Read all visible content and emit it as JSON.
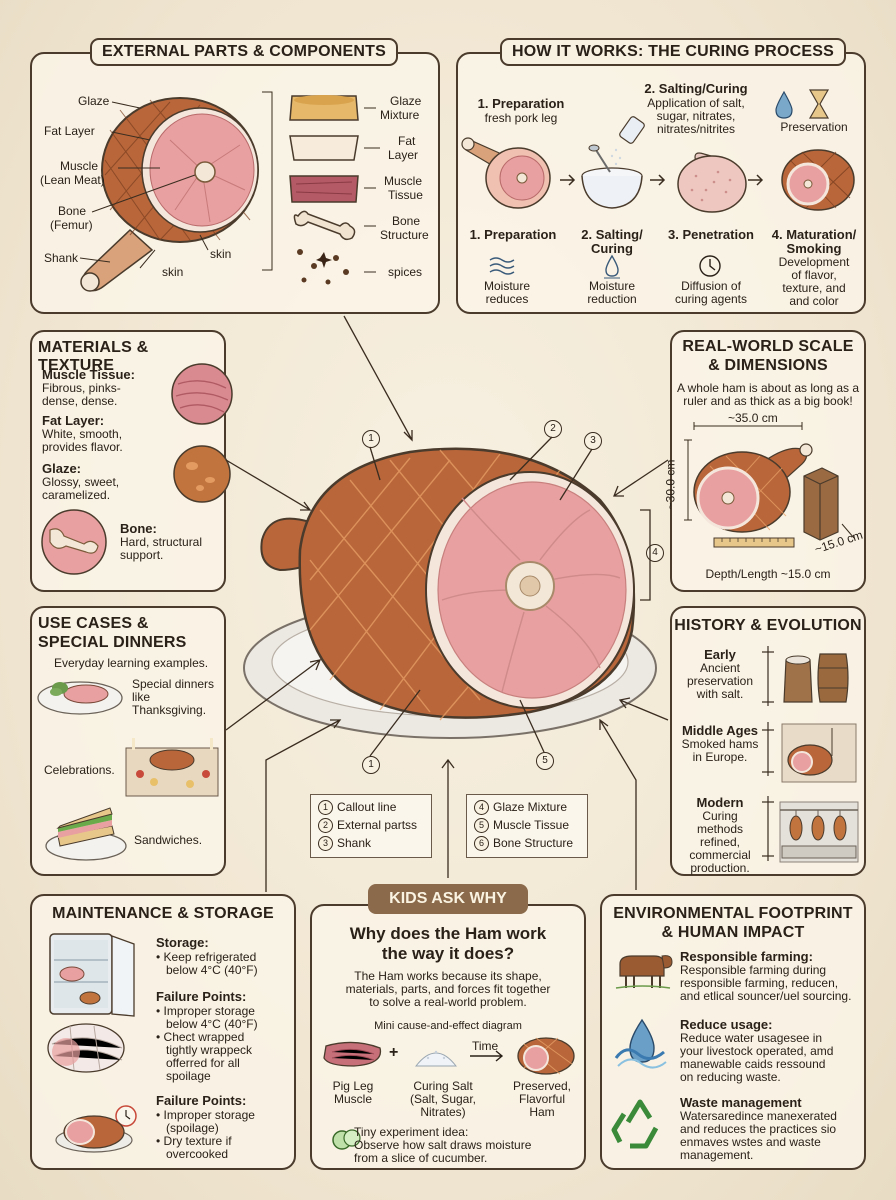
{
  "external": {
    "title": "EXTERNAL PARTS & COMPONENTS",
    "labels": [
      "Glaze",
      "Fat Layer",
      "Muscle",
      "(Lean Meat)",
      "Bone",
      "(Femur)",
      "Shank",
      "skin",
      "skin"
    ],
    "components": [
      "Glaze",
      "Mixture",
      "Fat",
      "Layer",
      "Muscle",
      "Tissue",
      "Bone",
      "Structure",
      "spices"
    ]
  },
  "curing": {
    "title": "HOW IT WORKS: THE CURING PROCESS",
    "top_prep_title": "1. Preparation",
    "top_prep_sub": "fresh pork leg",
    "top_salt_title": "2. Salting/Curing",
    "top_salt_sub": [
      "Application of salt,",
      "sugar, nitrates,",
      "nitrates/nitrites"
    ],
    "top_preservation": "Preservation",
    "steps": [
      {
        "title": [
          "1. Preparation"
        ],
        "sub": [
          "Moisture",
          "reduces"
        ]
      },
      {
        "title": [
          "2. Salting/",
          "Curing"
        ],
        "sub": [
          "Moisture",
          "reduction"
        ]
      },
      {
        "title": [
          "3. Penetration"
        ],
        "sub": [
          "Diffusion of",
          "curing agents"
        ]
      },
      {
        "title": [
          "4. Maturation/",
          "Smoking"
        ],
        "sub": [
          "Development",
          "of flavor,",
          "texture, and",
          "and color"
        ]
      }
    ]
  },
  "materials": {
    "title": "MATERIALS & TEXTURE",
    "items": [
      {
        "head": "Muscle Tissue:",
        "lines": [
          "Fibrous, pinks-",
          "dense, dense."
        ]
      },
      {
        "head": "Fat Layer:",
        "lines": [
          "White, smooth,",
          "provides flavor."
        ]
      },
      {
        "head": "Glaze:",
        "lines": [
          "Glossy, sweet,",
          "caramelized."
        ]
      },
      {
        "head": "Bone:",
        "lines": [
          "Hard, structural",
          "support."
        ]
      }
    ]
  },
  "scale": {
    "title": [
      "REAL-WORLD SCALE",
      "& DIMENSIONS"
    ],
    "intro": [
      "A whole ham is about as long as a",
      "ruler and as thick as a big book!"
    ],
    "width_label": "~35.0 cm",
    "height_label": "~30.0 cm",
    "depth_label": "~15.0 cm",
    "footer": "Depth/Length ~15.0 cm"
  },
  "usecases": {
    "title": [
      "USE CASES &",
      "SPECIAL DINNERS"
    ],
    "intro": "Everyday learning examples.",
    "special": [
      "Special dinners",
      "like",
      "Thanksgiving."
    ],
    "celebrations": "Celebrations.",
    "sandwiches": "Sandwiches."
  },
  "history": {
    "title": "HISTORY & EVOLUTION",
    "eras": [
      {
        "head": "Early",
        "lines": [
          "Ancient",
          "preservation",
          "with salt."
        ]
      },
      {
        "head": "Middle Ages",
        "lines": [
          "Smoked hams",
          "in Europe."
        ]
      },
      {
        "head": "Modern",
        "lines": [
          "Curing",
          "methods",
          "refined,",
          "commercial",
          "production."
        ]
      }
    ]
  },
  "center": {
    "callouts": [
      "1",
      "2",
      "3",
      "4",
      "1",
      "5"
    ],
    "legend_left": [
      {
        "n": "1",
        "label": "Callout line"
      },
      {
        "n": "2",
        "label": "External partss"
      },
      {
        "n": "3",
        "label": "Shank"
      }
    ],
    "legend_right": [
      {
        "n": "4",
        "label": "Glaze Mixture"
      },
      {
        "n": "5",
        "label": "Muscle Tissue"
      },
      {
        "n": "6",
        "label": "Bone Structure"
      }
    ]
  },
  "maintenance": {
    "title": "MAINTENANCE & STORAGE",
    "blocks": [
      {
        "head": "Storage:",
        "bullets": [
          [
            "Keep refrigerated",
            "below 4°C (40°F)"
          ]
        ]
      },
      {
        "head": "Failure Points:",
        "bullets": [
          [
            "Improper storage",
            "below 4°C (40°F)"
          ],
          [
            "Chect wrapped",
            "tightly wrappeck",
            "offerred for all",
            "spoilage"
          ]
        ]
      },
      {
        "head": "Failure Points:",
        "bullets": [
          [
            "Improper storage",
            "(spoilage)"
          ],
          [
            "Dry texture if",
            "overcooked"
          ]
        ]
      }
    ]
  },
  "kids": {
    "badge": "KIDS ASK WHY",
    "question": [
      "Why does the Ham work",
      "the way it does?"
    ],
    "answer": [
      "The Ham works because its shape,",
      "materials, parts, and forces fit together",
      "to solve a real-world problem."
    ],
    "diagram_title": "Mini cause-and-effect diagram",
    "plus": "+",
    "time": "Time",
    "cause1": [
      "Pig Leg",
      "Muscle"
    ],
    "cause2": [
      "Curing Salt",
      "(Salt, Sugar,",
      "Nitrates)"
    ],
    "effect": [
      "Preserved,",
      "Flavorful",
      "Ham"
    ],
    "experiment": [
      "Tiny experiment idea:",
      "Observe how salt draws moisture",
      "from a slice of cucumber."
    ]
  },
  "env": {
    "title": [
      "ENVIRONMENTAL FOOTPRINT",
      "& HUMAN IMPACT"
    ],
    "items": [
      {
        "head": "Responsible farming:",
        "lines": [
          "Responsible farming during",
          "responsible farming, reducen,",
          "and etlical souncer/uel sourcing."
        ]
      },
      {
        "head": "Reduce usage:",
        "lines": [
          "Reduce water usagesee in",
          "your livestock operated, amd",
          "manewable caids ressound",
          "on reducing waste."
        ]
      },
      {
        "head": "Waste management",
        "lines": [
          "Watersaredince manexerated",
          "and reduces the practices sio",
          "enmaves wstes and waste",
          "management."
        ]
      }
    ]
  },
  "colors": {
    "ink": "#2a2118",
    "ham_glaze": "#b8663a",
    "meat": "#e8a0a0",
    "fat": "#f5e6dc",
    "accent": "#8a6a4a"
  }
}
